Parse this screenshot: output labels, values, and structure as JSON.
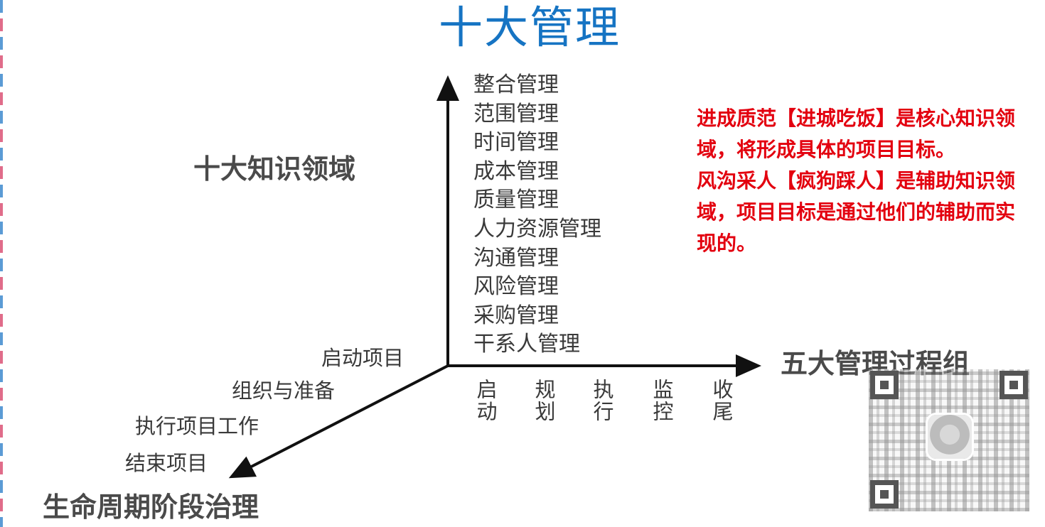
{
  "title": "十大管理",
  "axes": {
    "knowledge_areas": "十大知识领域",
    "process_groups": "五大管理过程组",
    "lifecycle": "生命周期阶段治理"
  },
  "knowledge_list": [
    "整合管理",
    "范围管理",
    "时间管理",
    "成本管理",
    "质量管理",
    "人力资源管理",
    "沟通管理",
    "风险管理",
    "采购管理",
    "干系人管理"
  ],
  "lifecycle_stages": [
    "启动项目",
    "组织与准备",
    "执行项目工作",
    "结束项目"
  ],
  "process_group_list": [
    "启动",
    "规划",
    "执行",
    "监控",
    "收尾"
  ],
  "note": {
    "para1": "进成质范【进城吃饭】是核心知识领域，将形成具体的项目目标。",
    "para2": "风沟采人【疯狗踩人】是辅助知识领域，项目目标是通过他们的辅助而实现的。"
  },
  "colors": {
    "title": "#1674c3",
    "note": "#e3000f",
    "axis": "#111111",
    "text": "#3a3a3a"
  }
}
